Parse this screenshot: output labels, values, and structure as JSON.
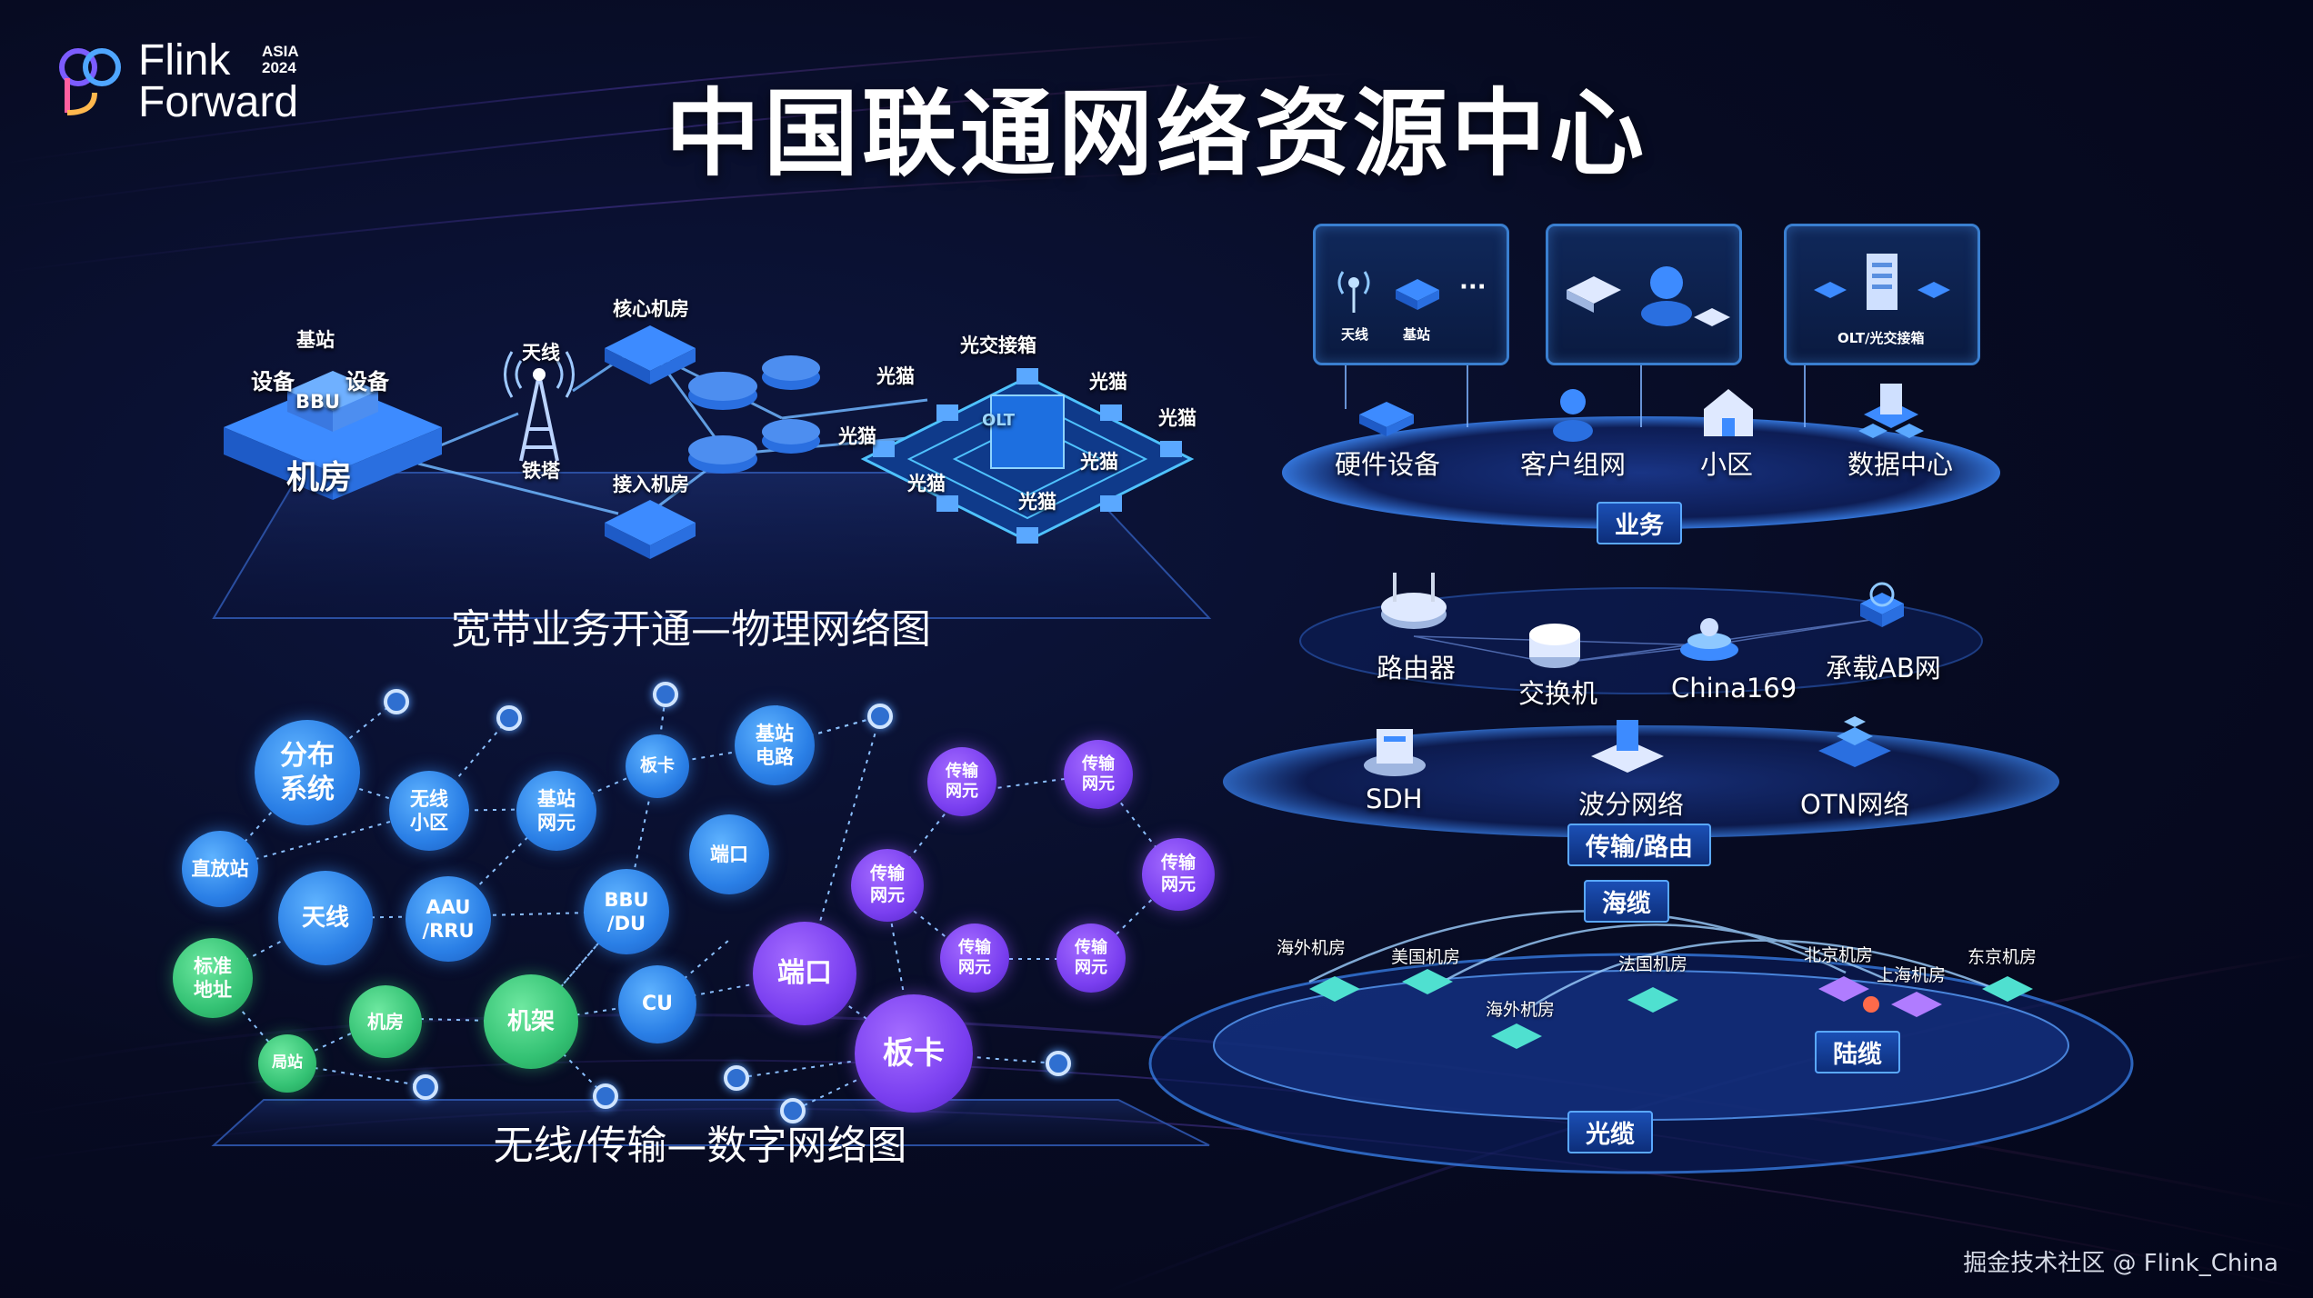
{
  "title": "中国联通网络资源中心",
  "logo": {
    "line1": "Flink",
    "line2": "Forward",
    "badge_line1": "ASIA",
    "badge_line2": "2024"
  },
  "physical_diagram": {
    "caption": "宽带业务开通—物理网络图",
    "labels": {
      "jizhan": "基站",
      "shebei_left": "设备",
      "shebei_right": "设备",
      "bbu": "BBU",
      "jifang": "机房",
      "tianxian": "天线",
      "tieta": "铁塔",
      "hexin": "核心机房",
      "jieru": "接入机房",
      "guangjiao": "光交接箱",
      "olt": "OLT",
      "guangmao_1": "光猫",
      "guangmao_2": "光猫",
      "guangmao_3": "光猫",
      "guangmao_4": "光猫",
      "guangmao_5": "光猫",
      "guangmao_6": "光猫",
      "guangmao_7": "光猫"
    }
  },
  "digital_diagram": {
    "caption": "无线/传输—数字网络图",
    "nodes": {
      "fenbu": "分布\n系统",
      "wuxian_xiaoqu": "无线\n小区",
      "jizhan_wangyuan": "基站\n网元",
      "bankavsmall": "板卡",
      "jizhan_dianlu": "基站\n电路",
      "zhifangzhan": "直放站",
      "tianxian": "天线",
      "aau": "AAU\n/RRU",
      "bbu_du": "BBU\n/DU",
      "duankou_small": "端口",
      "biaozhun": "标准\n地址",
      "jifang": "机房",
      "jijia": "机架",
      "cu": "CU",
      "duankou_big": "端口",
      "banka_big": "板卡",
      "juzhan": "局站",
      "cs1": "传输\n网元",
      "cs2": "传输\n网元",
      "cs3": "传输\n网元",
      "cs4": "传输\n网元",
      "cs5": "传输\n网元",
      "cs6": "传输\n网元"
    }
  },
  "stack": {
    "panels": [
      {
        "labels": [
          "天线",
          "基站"
        ],
        "dots": "···"
      },
      {
        "labels": []
      },
      {
        "labels": [
          "OLT/光交接箱"
        ]
      }
    ],
    "business": {
      "items": [
        "硬件设备",
        "客户组网",
        "小区",
        "数据中心"
      ],
      "tag": "业务"
    },
    "routing_top": {
      "items": [
        "路由器",
        "交换机",
        "China169",
        "承载AB网"
      ]
    },
    "transport": {
      "items": [
        "SDH",
        "波分网络",
        "OTN网络"
      ],
      "tag": "传输/路由"
    },
    "cable": {
      "haolan_tag": "海缆",
      "cities": [
        "海外机房",
        "美国机房",
        "海外机房",
        "法国机房",
        "北京机房",
        "上海机房",
        "东京机房"
      ],
      "lulan_tag": "陆缆",
      "tag": "光缆"
    }
  },
  "watermark": "掘金技术社区 @ Flink_China"
}
